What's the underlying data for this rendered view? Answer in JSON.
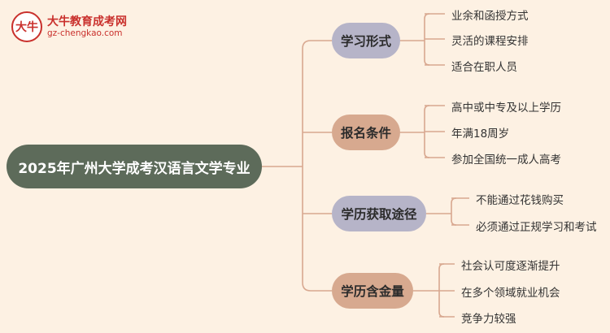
{
  "logo": {
    "badge_text": "大牛",
    "name": "大牛教育成考网",
    "url": "gz-chengkao.com"
  },
  "colors": {
    "background": "#fdf1e3",
    "root_fill": "#5d6b5a",
    "branch_grey": "#b6b4c8",
    "branch_brown": "#d7a98f",
    "connector": "#d8a890",
    "logo_red": "#c9302c"
  },
  "mindmap": {
    "root": "2025年广州大学成考汉语言文学专业",
    "branches": [
      {
        "label": "学习形式",
        "color": "grey",
        "items": [
          "业余和函授方式",
          "灵活的课程安排",
          "适合在职人员"
        ]
      },
      {
        "label": "报名条件",
        "color": "brown",
        "items": [
          "高中或中专及以上学历",
          "年满18周岁",
          "参加全国统一成人高考"
        ]
      },
      {
        "label": "学历获取途径",
        "color": "grey",
        "items": [
          "不能通过花钱购买",
          "必须通过正规学习和考试"
        ]
      },
      {
        "label": "学历含金量",
        "color": "brown",
        "items": [
          "社会认可度逐渐提升",
          "在多个领域就业机会",
          "竞争力较强"
        ]
      }
    ]
  }
}
